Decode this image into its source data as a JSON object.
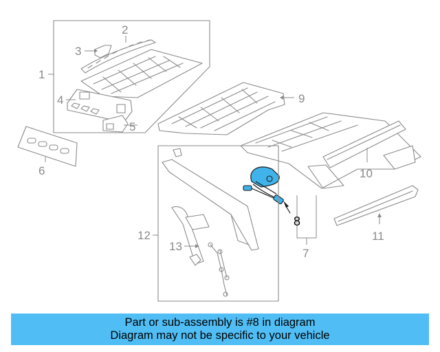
{
  "diagram": {
    "callouts": [
      "1",
      "2",
      "3",
      "4",
      "5",
      "6",
      "7",
      "8",
      "9",
      "10",
      "11",
      "12",
      "13"
    ],
    "highlighted_part": "8",
    "colors": {
      "highlight": "#3fb3ea",
      "lines": "#8a8a8a",
      "banner": "#50bef5"
    }
  },
  "banner": {
    "line1": "Part or sub-assembly is #8 in diagram",
    "line2": "Diagram may not be specific to your vehicle"
  }
}
